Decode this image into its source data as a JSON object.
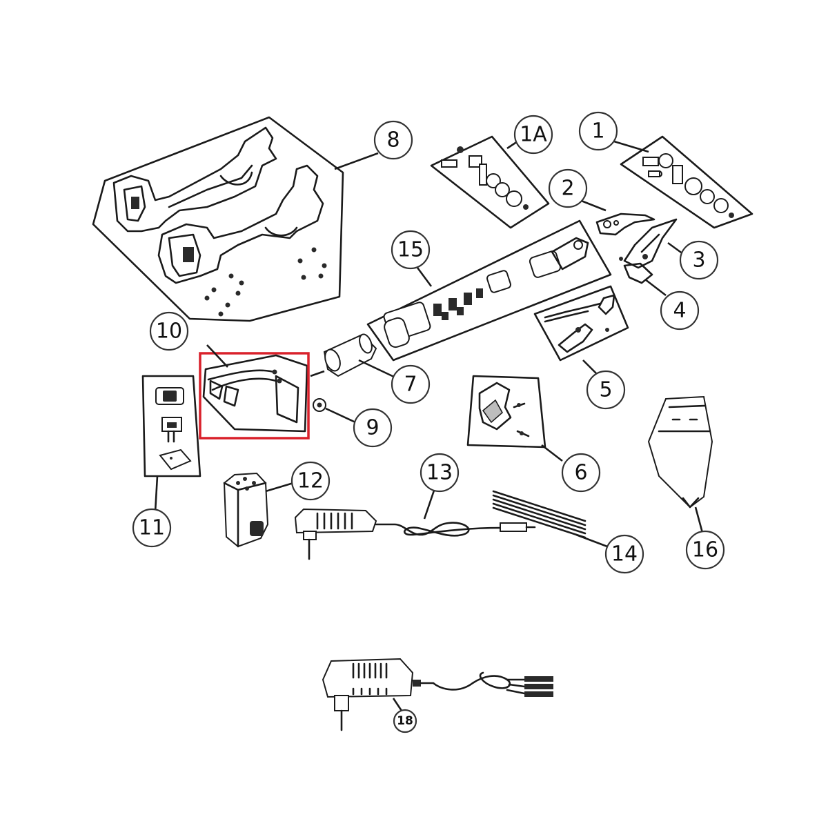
{
  "diagram": {
    "callouts": [
      {
        "id": "8",
        "label": "8"
      },
      {
        "id": "1a",
        "label": "1A"
      },
      {
        "id": "1",
        "label": "1"
      },
      {
        "id": "2",
        "label": "2"
      },
      {
        "id": "3",
        "label": "3"
      },
      {
        "id": "4",
        "label": "4"
      },
      {
        "id": "15",
        "label": "15"
      },
      {
        "id": "5",
        "label": "5"
      },
      {
        "id": "10",
        "label": "10"
      },
      {
        "id": "7",
        "label": "7"
      },
      {
        "id": "9",
        "label": "9"
      },
      {
        "id": "6",
        "label": "6"
      },
      {
        "id": "11",
        "label": "11"
      },
      {
        "id": "12",
        "label": "12"
      },
      {
        "id": "13",
        "label": "13"
      },
      {
        "id": "14",
        "label": "14"
      },
      {
        "id": "16",
        "label": "16"
      },
      {
        "id": "18",
        "label": "18"
      }
    ],
    "highlighted_part": "10",
    "highlight_color": "#d9212b",
    "line_color": "#1a1a1a"
  }
}
